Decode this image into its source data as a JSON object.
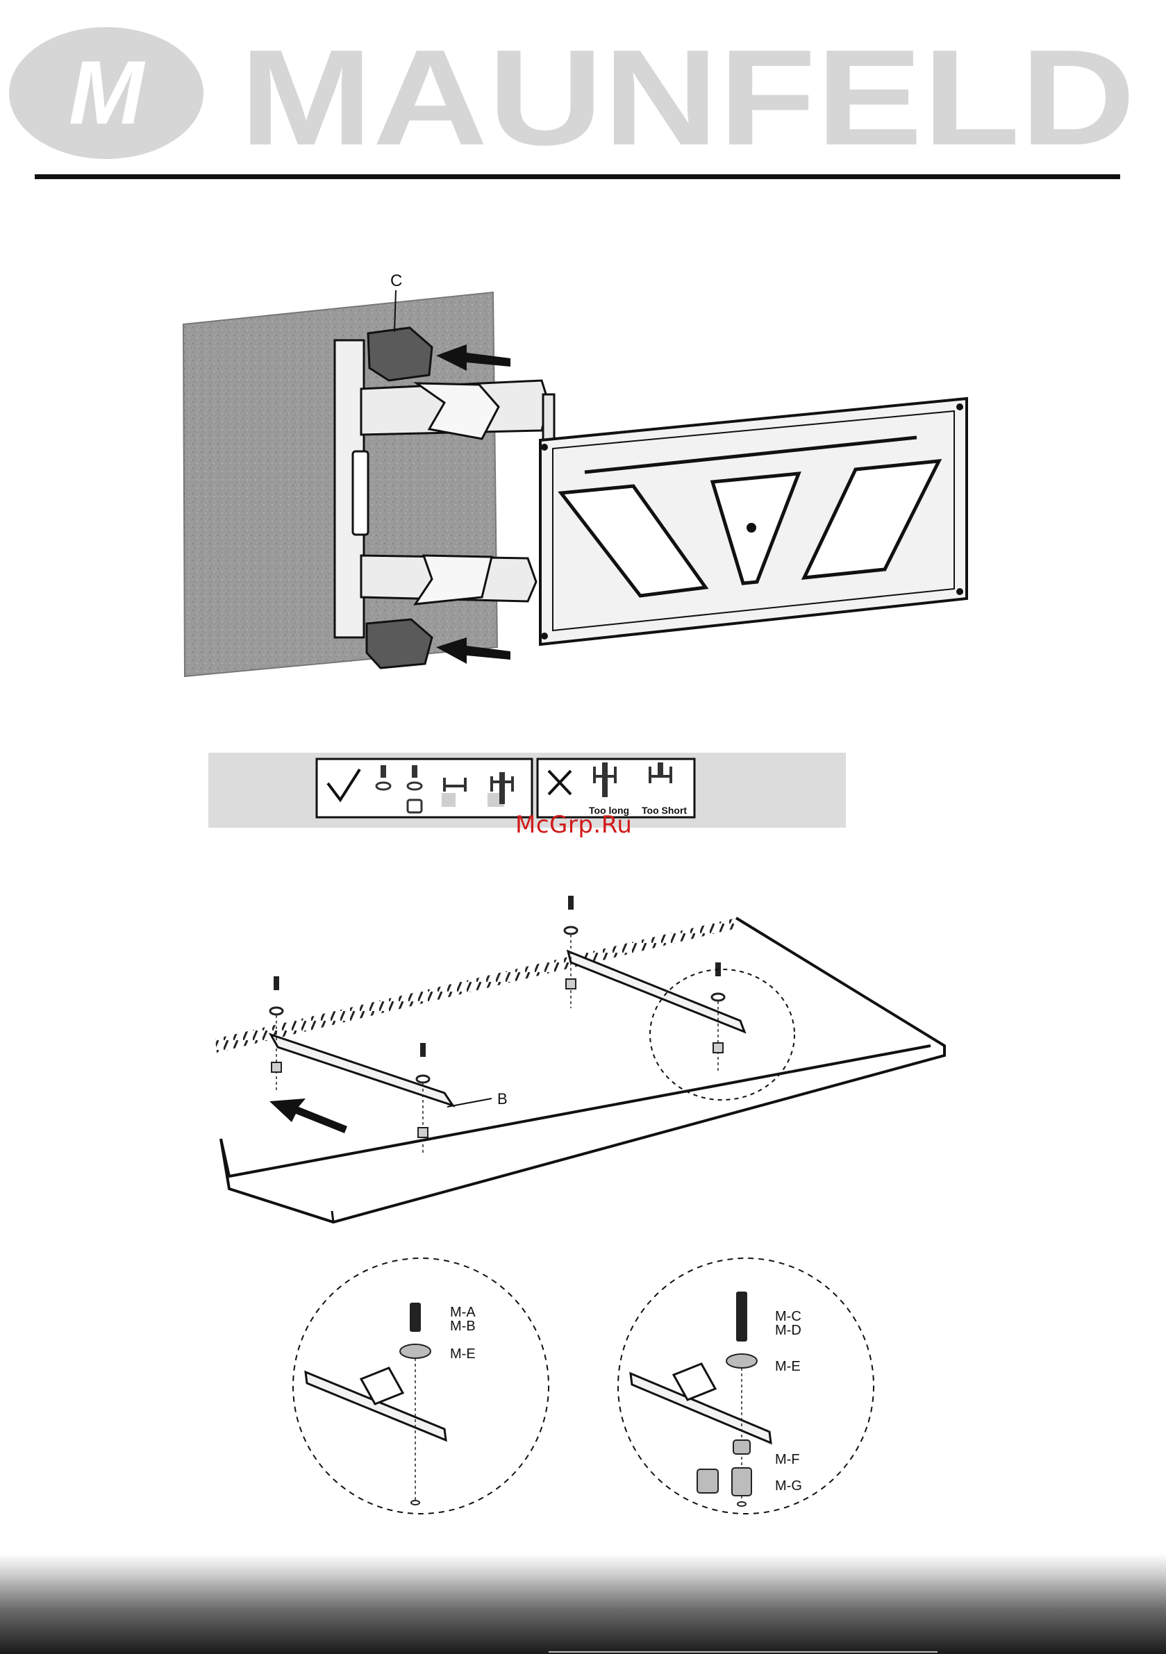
{
  "header": {
    "brand": "MAUNFELD",
    "logo_mark": "M"
  },
  "figure1": {
    "label_c": "C"
  },
  "screw_guide": {
    "too_long": "Too long",
    "too_short": "Too Short",
    "correct_icon": "check-icon",
    "wrong_icon": "cross-icon"
  },
  "figure2": {
    "label_b": "B"
  },
  "detail_left": {
    "labels": [
      "M-A",
      "M-B",
      "M-E"
    ]
  },
  "detail_right": {
    "labels": [
      "M-C",
      "M-D",
      "M-E",
      "M-F",
      "M-G"
    ]
  },
  "watermark": "McGrp.Ru",
  "colors": {
    "logo_gray": "#d6d6d6",
    "wall_gray": "#9a9a9a",
    "panel_gray": "#dcdcdc",
    "watermark_red": "#d21a1a"
  }
}
